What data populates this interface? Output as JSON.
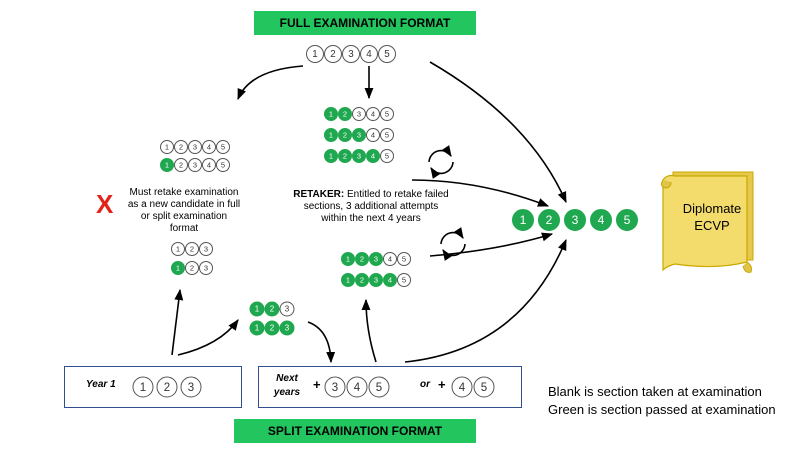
{
  "title_full": "FULL EXAMINATION FORMAT",
  "title_split": "SPLIT EXAMINATION FORMAT",
  "colors": {
    "green": "#1fa84f",
    "banner": "#22c55e",
    "box_border": "#2f4f8f",
    "ribbon": "#f3dc6b",
    "ribbon_edge": "#c9a800",
    "cross": "#e2231a"
  },
  "full_top_rows": [
    {
      "numbers": [
        "1",
        "2",
        "3",
        "4",
        "5"
      ],
      "passed": []
    }
  ],
  "left_rows": [
    {
      "numbers": [
        "1",
        "2",
        "3",
        "4",
        "5"
      ],
      "passed": []
    },
    {
      "numbers": [
        "1",
        "2",
        "3",
        "4",
        "5"
      ],
      "passed": [
        "1"
      ]
    }
  ],
  "left_small_rows": [
    {
      "numbers": [
        "1",
        "2",
        "3"
      ],
      "passed": []
    },
    {
      "numbers": [
        "1",
        "2",
        "3"
      ],
      "passed": [
        "1"
      ]
    }
  ],
  "center_rows": [
    {
      "numbers": [
        "1",
        "2",
        "3",
        "4",
        "5"
      ],
      "passed": [
        "1",
        "2"
      ]
    },
    {
      "numbers": [
        "1",
        "2",
        "3",
        "4",
        "5"
      ],
      "passed": [
        "1",
        "2",
        "3"
      ]
    },
    {
      "numbers": [
        "1",
        "2",
        "3",
        "4",
        "5"
      ],
      "passed": [
        "1",
        "2",
        "3",
        "4"
      ]
    }
  ],
  "center_lower_rows": [
    {
      "numbers": [
        "1",
        "2",
        "3",
        "4",
        "5"
      ],
      "passed": [
        "1",
        "2",
        "3"
      ]
    },
    {
      "numbers": [
        "1",
        "2",
        "3",
        "4",
        "5"
      ],
      "passed": [
        "1",
        "2",
        "3",
        "4"
      ]
    }
  ],
  "split_mid_rows": [
    {
      "numbers": [
        "1",
        "2",
        "3"
      ],
      "passed": [
        "1",
        "2"
      ]
    },
    {
      "numbers": [
        "1",
        "2",
        "3"
      ],
      "passed": [
        "1",
        "2",
        "3"
      ]
    }
  ],
  "final_row": {
    "numbers": [
      "1",
      "2",
      "3",
      "4",
      "5"
    ],
    "passed": [
      "1",
      "2",
      "3",
      "4",
      "5"
    ]
  },
  "cross_mark": "X",
  "must_retake_lines": [
    "Must retake examination",
    "as a new candidate in full",
    "or split examination",
    "format"
  ],
  "retaker_label": "RETAKER:",
  "retaker_lines": [
    "Entitled to retake failed",
    "sections, 3 additional attempts",
    "within the next 4 years"
  ],
  "diplomate_lines": [
    "Diplomate",
    "ECVP"
  ],
  "year1_label": "Year 1",
  "year1_numbers": [
    "1",
    "2",
    "3"
  ],
  "next_years_lines": [
    "Next",
    "years"
  ],
  "plus": "+",
  "or_label": "or",
  "next_group_a": [
    "3",
    "4",
    "5"
  ],
  "next_group_b": [
    "4",
    "5"
  ],
  "legend_lines": [
    "Blank is section taken at examination",
    "Green is section passed at examination"
  ]
}
